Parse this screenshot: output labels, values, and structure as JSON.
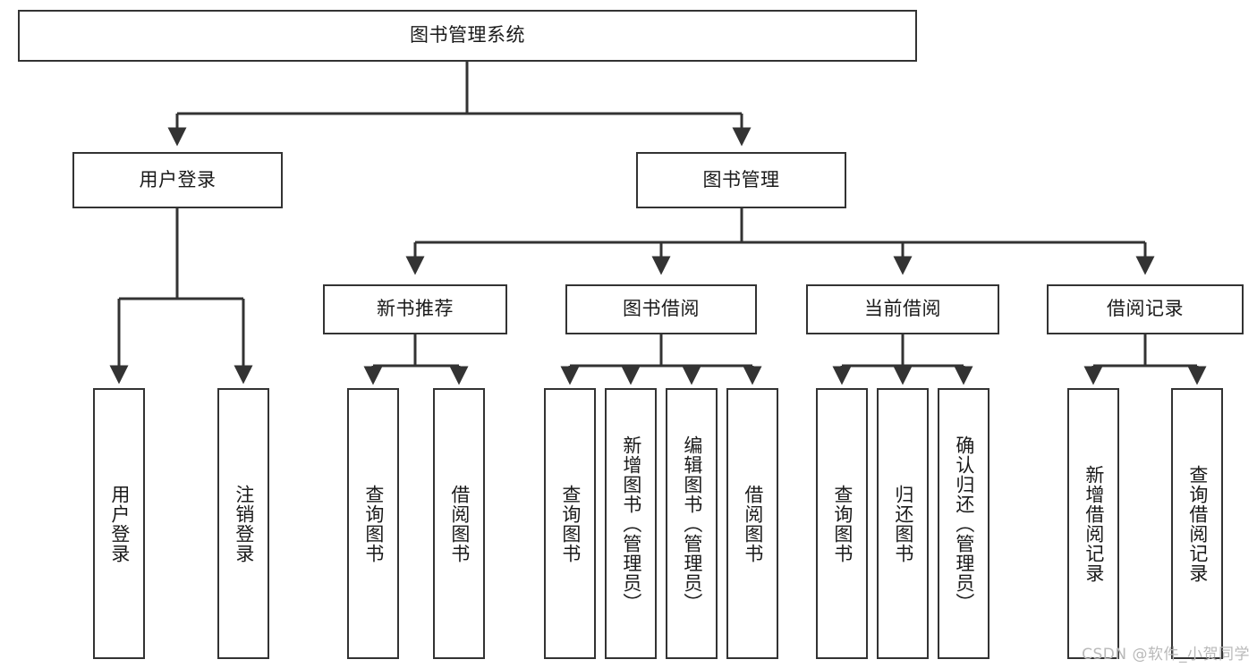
{
  "diagram": {
    "title": "图书管理系统",
    "type": "tree-hierarchy-chart",
    "watermark": "CSDN @软件_小贺同学",
    "colors": {
      "stroke": "#333333",
      "fill": "#ffffff",
      "text": "#1a1a1a",
      "watermark": "#b9b9b9"
    },
    "root": {
      "label": "图书管理系统"
    },
    "level2": [
      {
        "label": "用户登录"
      },
      {
        "label": "图书管理"
      }
    ],
    "level3": [
      {
        "label": "新书推荐"
      },
      {
        "label": "图书借阅"
      },
      {
        "label": "当前借阅"
      },
      {
        "label": "借阅记录"
      }
    ],
    "leaves": {
      "user_login": [
        {
          "label": "用户登录"
        },
        {
          "label": "注销登录"
        }
      ],
      "new_book_recommend": [
        {
          "label": "查询图书"
        },
        {
          "label": "借阅图书"
        }
      ],
      "book_borrow": [
        {
          "label": "查询图书"
        },
        {
          "label": "新增图书（管理员）"
        },
        {
          "label": "编辑图书（管理员）"
        },
        {
          "label": "借阅图书"
        }
      ],
      "current_borrow": [
        {
          "label": "查询图书"
        },
        {
          "label": "归还图书"
        },
        {
          "label": "确认归还（管理员）"
        }
      ],
      "borrow_record": [
        {
          "label": "新增借阅记录"
        },
        {
          "label": "查询借阅记录"
        }
      ]
    }
  }
}
